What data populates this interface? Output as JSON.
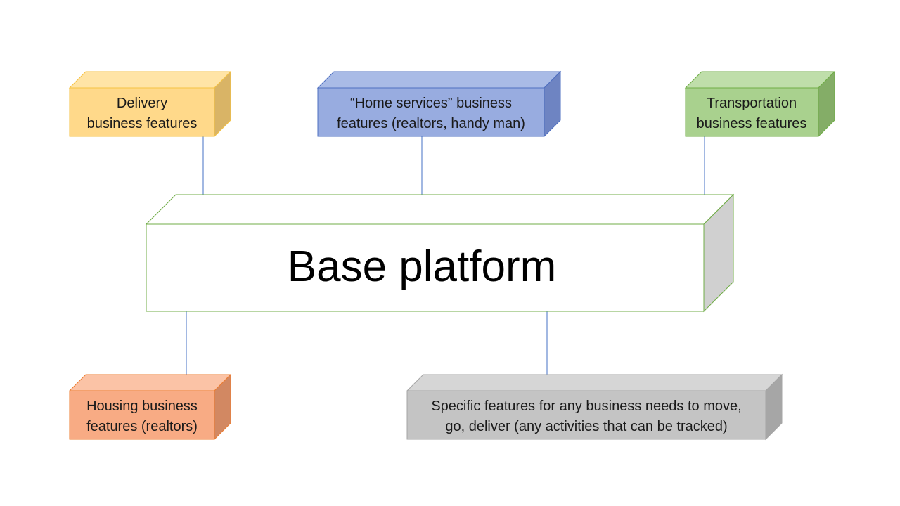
{
  "diagram": {
    "base": {
      "label": "Base platform",
      "front_color": "#ffffff",
      "top_color": "#ffffff",
      "side_color": "#d0d0d0",
      "border_color": "#70ad47"
    },
    "boxes": {
      "delivery": {
        "line1": "Delivery",
        "line2": "business features",
        "front_color": "#ffd98a",
        "top_color": "#ffe4a6",
        "side_color": "#d9b466",
        "border_color": "#f5c243"
      },
      "home_services": {
        "line1": "“Home services”  business",
        "line2": "features (realtors, handy man)",
        "front_color": "#98ace0",
        "top_color": "#a9bbe6",
        "side_color": "#6e84c2",
        "border_color": "#4e6fc0"
      },
      "transportation": {
        "line1": "Transportation",
        "line2": "business features",
        "front_color": "#a9d18e",
        "top_color": "#bfdeaa",
        "side_color": "#84ad67",
        "border_color": "#70ad47"
      },
      "housing": {
        "line1": "Housing business",
        "line2": "features (realtors)",
        "front_color": "#f8ab84",
        "top_color": "#fbc3a6",
        "side_color": "#d28862",
        "border_color": "#ed7d31"
      },
      "specific": {
        "line1": "Specific features for any business needs to move,",
        "line2": "go, deliver (any activities that can be  tracked)",
        "front_color": "#c4c4c4",
        "top_color": "#d6d6d6",
        "side_color": "#a6a6a6",
        "border_color": "#a5a5a5"
      }
    },
    "connector_color": "#4472c4"
  }
}
